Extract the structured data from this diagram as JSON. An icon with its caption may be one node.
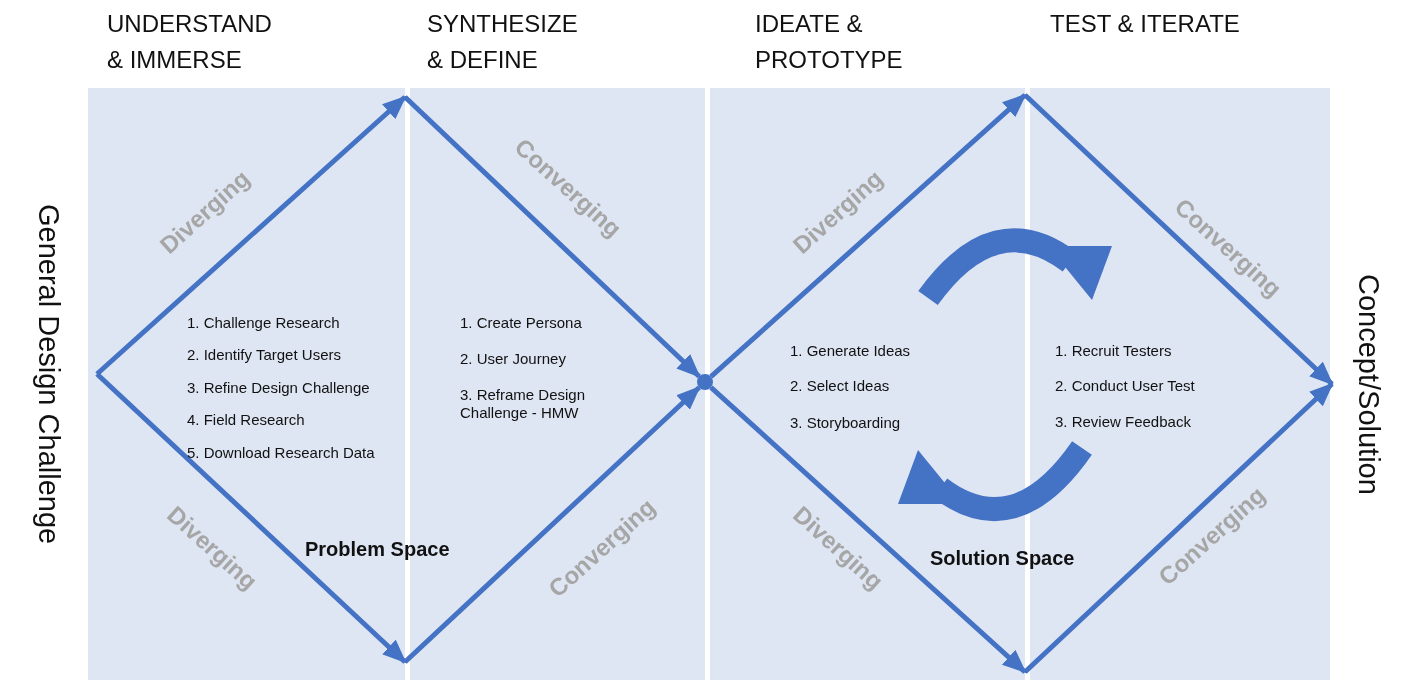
{
  "diagram": {
    "nodes": [
      {
        "text": [
          "General Design Challenge"
        ]
      },
      {
        "text": [],
        "shape": "circle"
      },
      {
        "text": [
          "Concept/Solution"
        ]
      }
    ],
    "edges": [
      {
        "from": 0,
        "to": null,
        "arrow": "to",
        "label": "Diverging"
      },
      {
        "from": 0,
        "to": null,
        "arrow": "to",
        "label": "Diverging"
      },
      {
        "from": null,
        "to": 1,
        "arrow": "to",
        "label": "Converging"
      },
      {
        "from": null,
        "to": 1,
        "arrow": "to",
        "label": "Converging"
      },
      {
        "from": 1,
        "to": null,
        "arrow": "to",
        "label": "Diverging"
      },
      {
        "from": 1,
        "to": null,
        "arrow": "to",
        "label": "Diverging"
      },
      {
        "from": null,
        "to": 2,
        "arrow": "to",
        "label": "Converging"
      },
      {
        "from": null,
        "to": 2,
        "arrow": "to",
        "label": "Converging"
      }
    ],
    "labels": [
      "UNDERSTAND & IMMERSE",
      "SYNTHESIZE & DEFINE",
      "IDEATE & PROTOTYPE",
      "TEST & ITERATE",
      "1. Challenge Research",
      "2. Identify Target Users",
      "3. Refine Design Challenge",
      "4. Field Research",
      "5. Download Research Data",
      "1. Create Persona",
      "2. User Journey",
      "3. Reframe Design Challenge - HMW",
      "Problem Space",
      "1. Generate Ideas",
      "2. Select Ideas",
      "3. Storyboarding",
      "1. Recruit Testers",
      "2. Conduct User Test",
      "3. Review Feedback",
      "Solution Space"
    ]
  }
}
